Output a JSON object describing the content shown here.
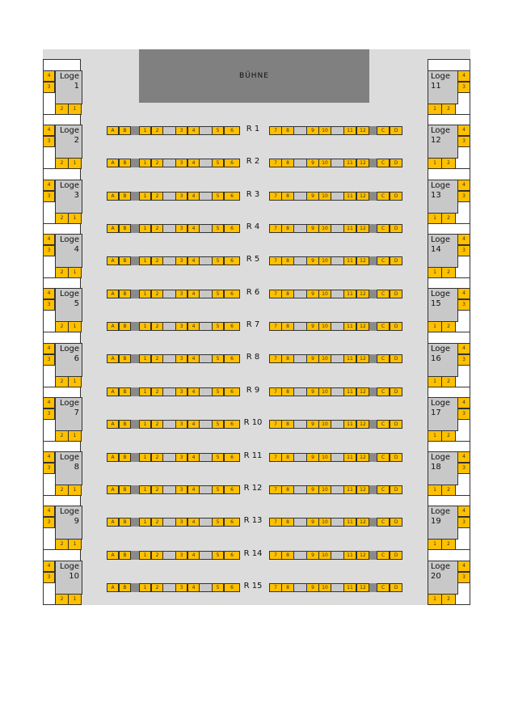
{
  "stage_label": "BÜHNE",
  "loge_word": "Loge",
  "left_loges": [
    "1",
    "2",
    "3",
    "4",
    "5",
    "6",
    "7",
    "8",
    "9",
    "10"
  ],
  "right_loges": [
    "11",
    "12",
    "13",
    "14",
    "15",
    "16",
    "17",
    "18",
    "19",
    "20"
  ],
  "loge_seats": [
    "1",
    "2",
    "3",
    "4"
  ],
  "rows": [
    "R 1",
    "R 2",
    "R 3",
    "R 4",
    "R 5",
    "R 6",
    "R 7",
    "R 8",
    "R 9",
    "R 10",
    "R 11",
    "R 12",
    "R 13",
    "R 14",
    "R 15"
  ],
  "left_seats": [
    "A",
    "B",
    "1",
    "2",
    "3",
    "4",
    "5",
    "6"
  ],
  "right_seats": [
    "7",
    "8",
    "9",
    "10",
    "11",
    "12",
    "C",
    "D"
  ],
  "colors": {
    "seat": "#ffc000",
    "hall": "#dcdcdc",
    "stage": "#808080"
  }
}
